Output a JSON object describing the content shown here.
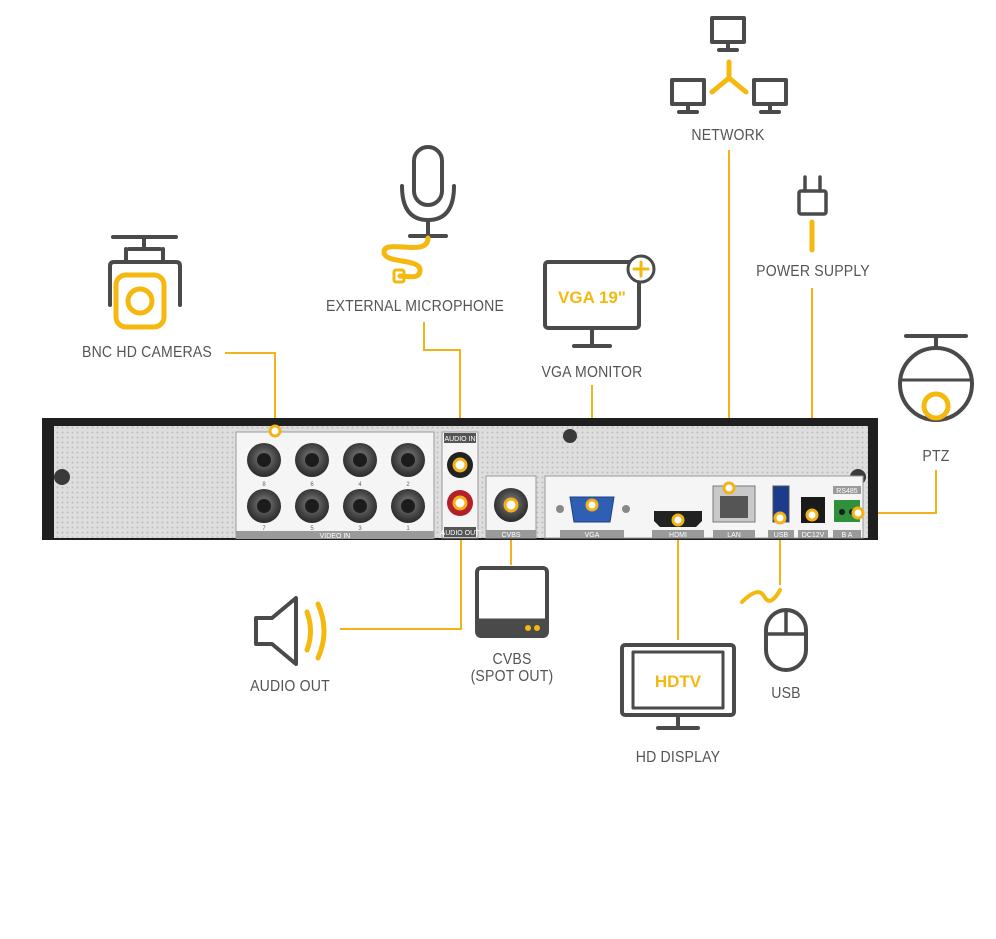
{
  "colors": {
    "accent": "#f5b80f",
    "icon": "#4a4a4a",
    "panel": "#dcdcdc",
    "chassis": "#222222",
    "vga_port": "#2f5fb5"
  },
  "labels": {
    "network": "NETWORK",
    "power_supply": "POWER SUPPLY",
    "external_microphone": "EXTERNAL MICROPHONE",
    "bnc_cameras": "BNC HD CAMERAS",
    "vga_monitor": "VGA MONITOR",
    "ptz": "PTZ",
    "audio_out": "AUDIO OUT",
    "cvbs_line1": "CVBS",
    "cvbs_line2": "(SPOT OUT)",
    "hd_display": "HD DISPLAY",
    "usb": "USB"
  },
  "screens": {
    "vga_text": "VGA 19\"",
    "hdtv_text": "HDTV"
  },
  "panel": {
    "video_in_numbers_top": [
      "8",
      "6",
      "4",
      "2"
    ],
    "video_in_numbers_bottom": [
      "7",
      "5",
      "3",
      "1"
    ],
    "video_in": "VIDEO IN",
    "audio_in": "AUDIO IN",
    "audio_out": "AUDIO OUT",
    "cvbs": "CVBS",
    "vga": "VGA",
    "hdmi": "HDMI",
    "lan": "LAN",
    "usb": "USB",
    "dc12v": "DC12V",
    "rs485": "RS485",
    "rs485_pins": "B  A"
  }
}
